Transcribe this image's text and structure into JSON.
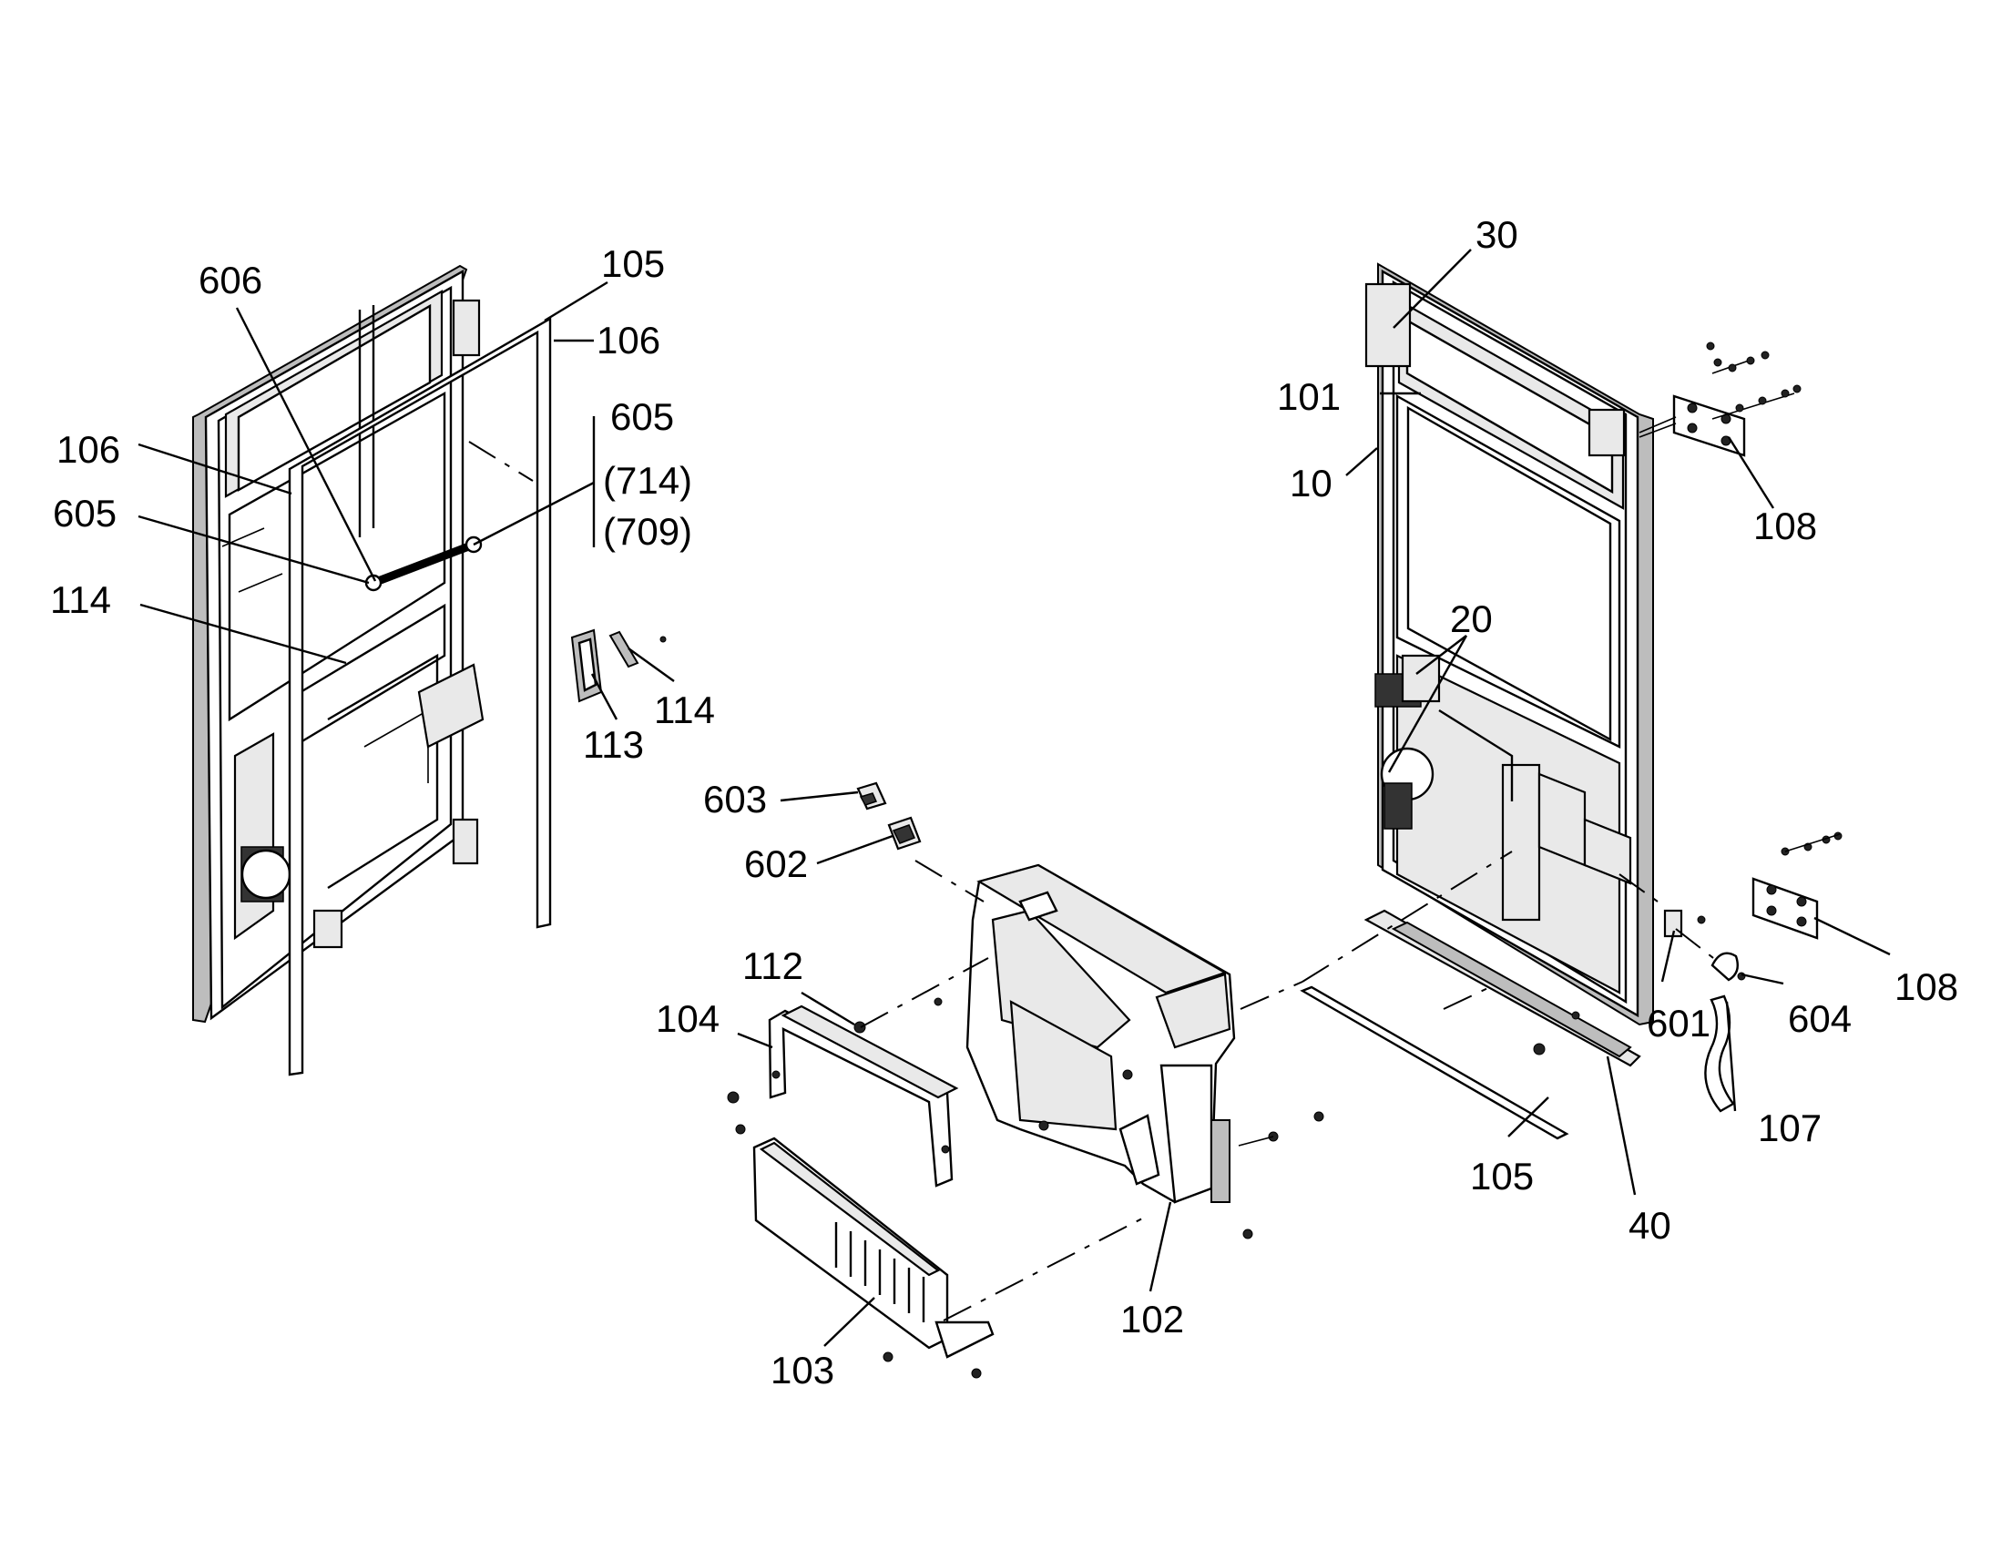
{
  "labels": {
    "l606": "606",
    "l105a": "105",
    "l106a": "106",
    "l605a": "605",
    "l714": "(714)",
    "l709": "(709)",
    "l106b": "106",
    "l605b": "605",
    "l114a": "114",
    "l113": "113",
    "l114b": "114",
    "l30": "30",
    "l101": "101",
    "l10": "10",
    "l108a": "108",
    "l20": "20",
    "l603": "603",
    "l602": "602",
    "l112": "112",
    "l104": "104",
    "l103": "103",
    "l102": "102",
    "l105b": "105",
    "l40": "40",
    "l601": "601",
    "l604": "604",
    "l108b": "108",
    "l107": "107"
  }
}
